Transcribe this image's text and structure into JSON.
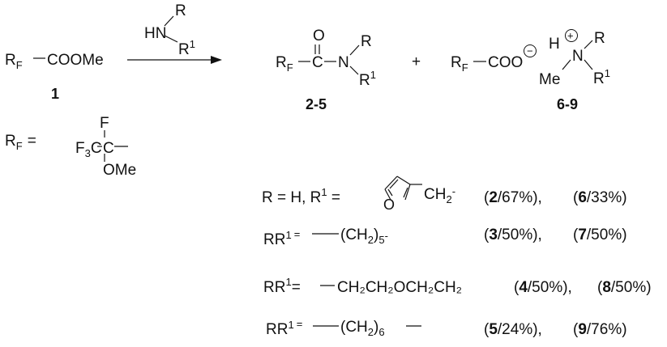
{
  "reaction": {
    "reactant_RF": "R",
    "reactant_F_sub": "F",
    "reactant_group": "COOMe",
    "reactant_number": "1",
    "amine_HN": "HN",
    "amine_R": "R",
    "amine_R1": "R",
    "amine_R1_sup": "1",
    "product_amide_label": "2-5",
    "amide_O": "O",
    "amide_RF": "R",
    "amide_RF_sub": "F",
    "amide_C": "C",
    "amide_N": "N",
    "amide_R": "R",
    "amide_R1": "R",
    "amide_R1_sup": "1",
    "plus": "+",
    "salt_RF": "R",
    "salt_RF_sub": "F",
    "salt_COO": "COO",
    "salt_minus": "−",
    "salt_H": "H",
    "salt_N": "N",
    "salt_plus": "+",
    "salt_R": "R",
    "salt_Me": "Me",
    "salt_R1": "R",
    "salt_R1_sup": "1",
    "salt_label": "6-9"
  },
  "rf_definition": {
    "lhs": "R",
    "lhs_sub": "F",
    "eq": "=",
    "F_top": "F",
    "F3C": "F",
    "F3C_sub": "3",
    "F3C_C": "C",
    "center_C": "C",
    "OMe": "OMe"
  },
  "cases": [
    {
      "lhs": "R = H, R",
      "lhs_sup": "1",
      "eq": " =",
      "substituent": "furan-CH2",
      "ch2": "CH",
      "ch2_sub": "2",
      "tail": "-",
      "amide": "2",
      "amide_yield": "/67%),",
      "salt": "6",
      "salt_yield": "/33%)"
    },
    {
      "lhs": "RR",
      "lhs_sup": "1",
      "eq": "=",
      "chain": "(CH",
      "chain_sub": "2",
      "chain_close": ")",
      "chain_idx": "5",
      "tail": "-",
      "amide": "3",
      "amide_yield": "/50%),",
      "salt": "7",
      "salt_yield": "/50%)"
    },
    {
      "lhs": "RR",
      "lhs_sup": "1",
      "eq": "=",
      "chain_text": "CH₂CH₂OCH₂CH₂",
      "amide": "4",
      "amide_yield": "/50%),",
      "salt": "8",
      "salt_yield": "/50%)"
    },
    {
      "lhs": "RR",
      "lhs_sup": "1",
      "eq": "=",
      "chain": "(CH",
      "chain_sub": "2",
      "chain_close": ")",
      "chain_idx": "6",
      "amide": "5",
      "amide_yield": "/24%),",
      "salt": "9",
      "salt_yield": "/76%)"
    }
  ],
  "furan_O": "O"
}
